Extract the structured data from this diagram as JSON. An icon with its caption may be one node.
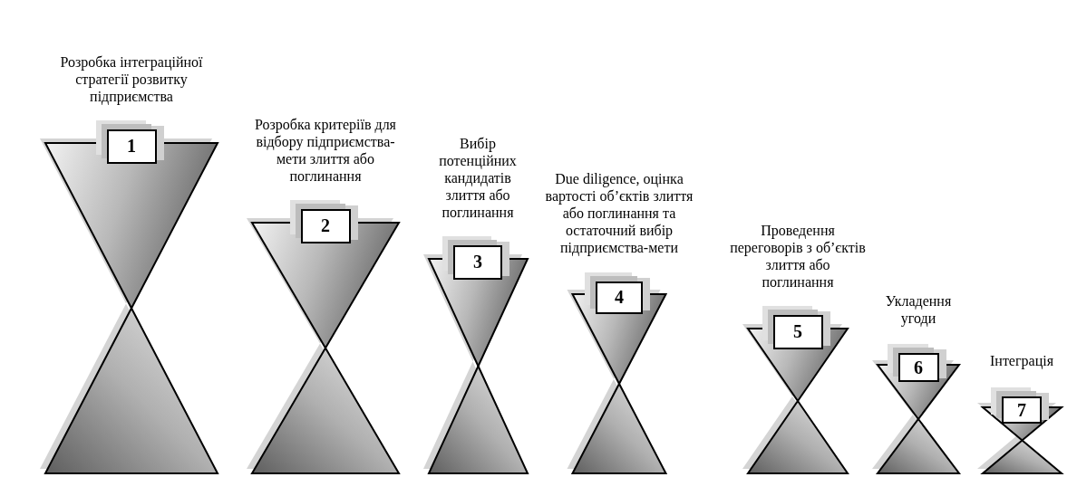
{
  "diagram": {
    "nodes": [
      {
        "text": [
          "Розробка інтеграційної стратегії розвитку підприємства",
          "1"
        ]
      },
      {
        "text": [
          "Розробка критеріїв для відбору підприємства-мети злиття або поглинання",
          "2"
        ]
      },
      {
        "text": [
          "Вибір потенційних кандидатів злиття або поглинання",
          "3"
        ]
      },
      {
        "text": [
          "Due diligence, оцінка вартості об’єктів злиття або поглинання та остаточний вибір підприємства-мети",
          "4"
        ]
      },
      {
        "text": [
          "Проведення переговорів з об’єктів злиття або поглинання",
          "5"
        ]
      },
      {
        "text": [
          "Укладення угоди",
          "6"
        ]
      },
      {
        "text": [
          "Інтеграція",
          "7"
        ]
      }
    ],
    "edges": []
  }
}
